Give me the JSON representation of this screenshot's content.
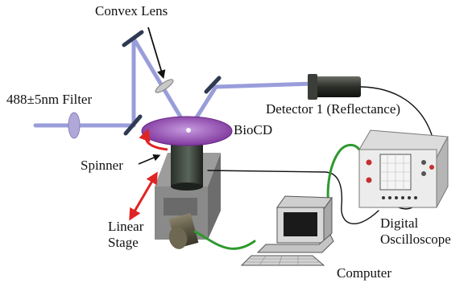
{
  "labels": {
    "convex_lens": "Convex Lens",
    "filter": "488±5nm Filter",
    "detector": "Detector 1 (Reflectance)",
    "biocd": "BioCD",
    "spinner": "Spinner",
    "linear_stage_line1": "Linear",
    "linear_stage_line2": "Stage",
    "oscilloscope_line1": "Digital",
    "oscilloscope_line2": "Oscilloscope",
    "computer": "Computer"
  },
  "colors": {
    "beam": "#8e93d6",
    "disc": "#8a3fa8",
    "arrow": "#e02424",
    "cable_green": "#2e9a2e",
    "cable_black": "#111111",
    "mirror": "#2f3a52"
  }
}
